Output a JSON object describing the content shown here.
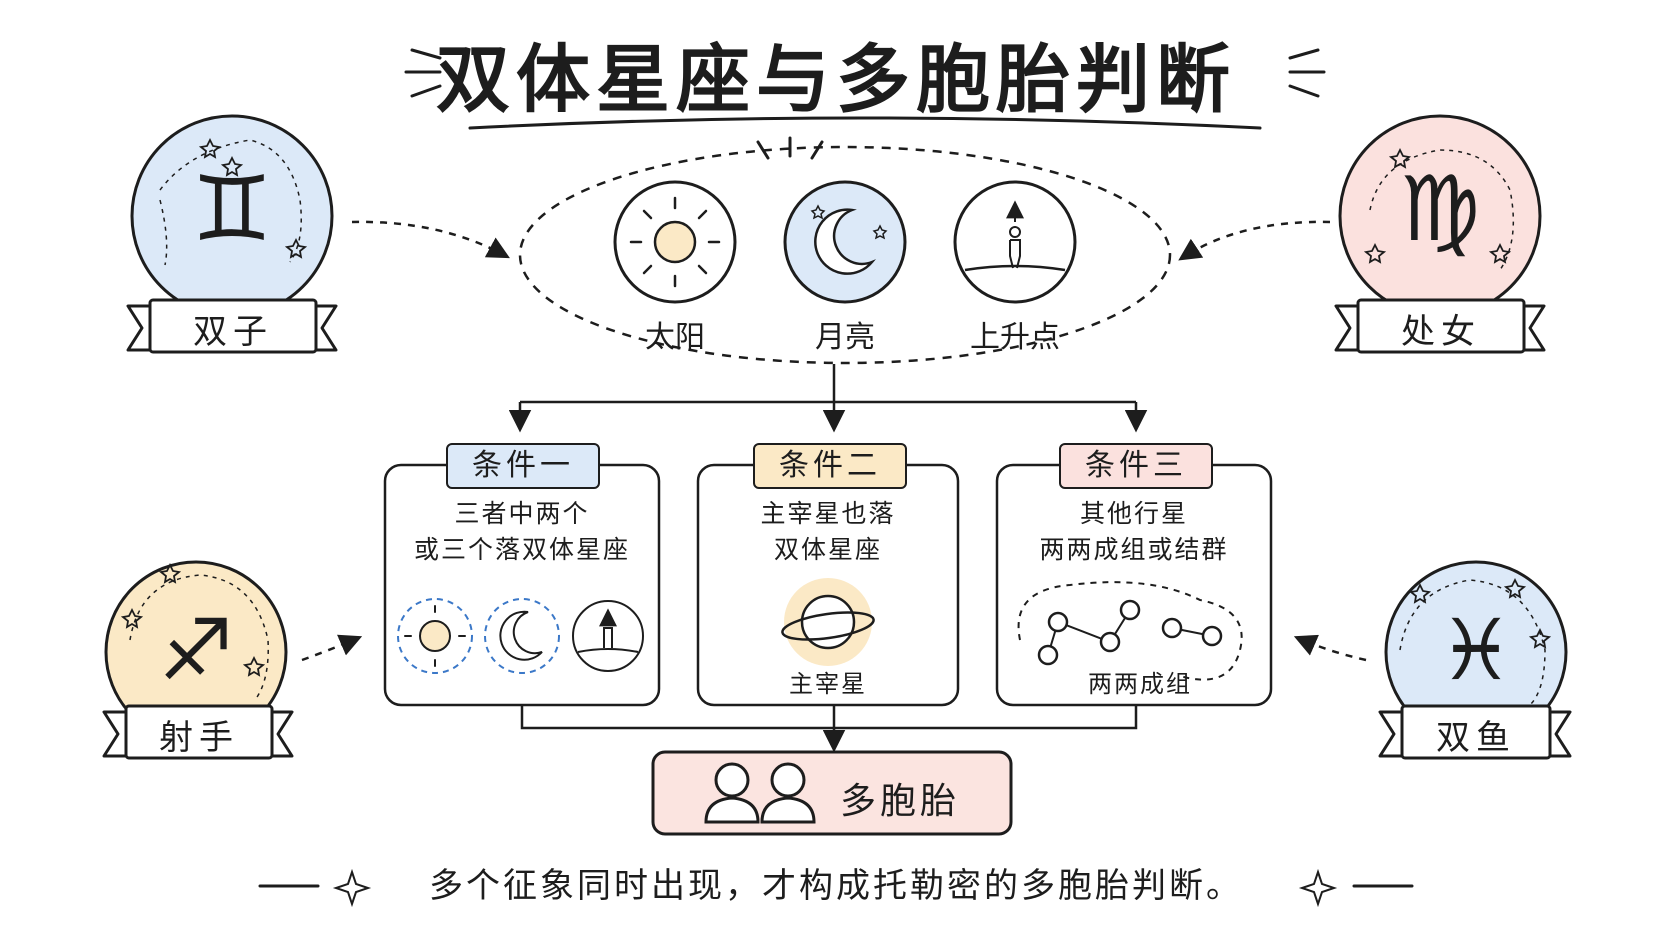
{
  "title": "双体星座与多胞胎判断",
  "signs": {
    "gemini": {
      "label": "双子",
      "symbol": "♊",
      "color": "#dce9f8"
    },
    "virgo": {
      "label": "处女",
      "symbol": "♍",
      "color": "#fbe1de"
    },
    "sagittarius": {
      "label": "射手",
      "symbol": "♐",
      "color": "#fbe9c6"
    },
    "pisces": {
      "label": "双鱼",
      "symbol": "♓",
      "color": "#dce9f8"
    }
  },
  "points": [
    {
      "label": "太阳",
      "icon": "sun-icon"
    },
    {
      "label": "月亮",
      "icon": "moon-icon"
    },
    {
      "label": "上升点",
      "icon": "ascendant-icon"
    }
  ],
  "conditions": [
    {
      "tag": "条件一",
      "line1": "三者中两个",
      "line2": "或三个落双体星座",
      "tag_color": "#dce9f8"
    },
    {
      "tag": "条件二",
      "line1": "主宰星也落",
      "line2": "双体星座",
      "caption": "主宰星",
      "tag_color": "#fbe9c6"
    },
    {
      "tag": "条件三",
      "line1": "其他行星",
      "line2": "两两成组或结群",
      "caption": "两两成组",
      "tag_color": "#fbe1de"
    }
  ],
  "result": {
    "label": "多胞胎",
    "color": "#fbe4e0"
  },
  "footer": "多个征象同时出现，才构成托勒密的多胞胎判断。"
}
